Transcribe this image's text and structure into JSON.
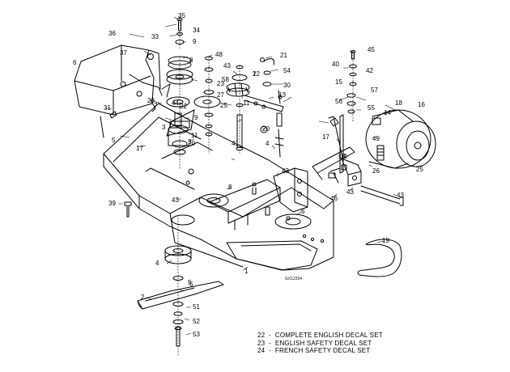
{
  "callouts": [
    "35",
    "36",
    "34",
    "33",
    "9",
    "37",
    "8",
    "48",
    "43",
    "2",
    "21",
    "45",
    "40",
    "42",
    "6",
    "23",
    "12",
    "54",
    "30",
    "15",
    "58",
    "57",
    "56",
    "55",
    "18",
    "27",
    "31",
    "29",
    "25",
    "14",
    "7",
    "44",
    "11",
    "10",
    "13",
    "16",
    "22",
    "11",
    "20",
    "9",
    "3",
    "5",
    "20",
    "4",
    "17",
    "10",
    "49",
    "17",
    "43",
    "26",
    "25",
    "39",
    "43",
    "8",
    "46",
    "43",
    "43",
    "41",
    "19",
    "1",
    "4",
    "2",
    "5",
    "51",
    "53",
    "6",
    "5",
    "52",
    "3"
  ],
  "figure_ref": "GX12334",
  "legend": [
    {
      "num": "22",
      "sep": "-",
      "text": "COMPLETE ENGLISH DECAL SET"
    },
    {
      "num": "23",
      "sep": "-",
      "text": "ENGLISH SAFETY DECAL SET"
    },
    {
      "num": "24",
      "sep": "-",
      "text": "FRENCH SAFETY DECAL SET"
    }
  ]
}
